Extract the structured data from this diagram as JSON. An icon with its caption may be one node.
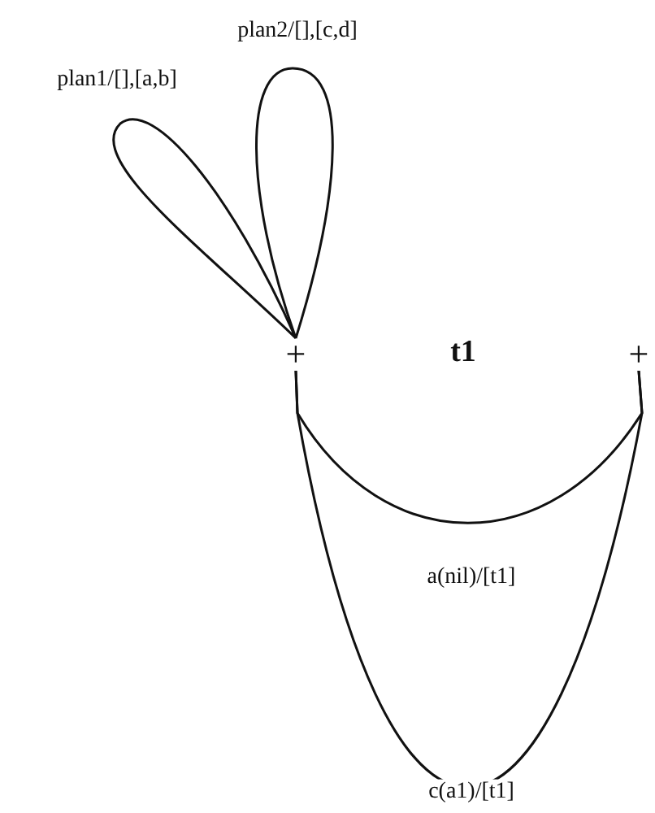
{
  "diagram": {
    "nodes": [
      {
        "text": [
          "+"
        ]
      },
      {
        "text": [
          "+"
        ]
      }
    ],
    "edges": [
      {
        "from": 0,
        "to": 0,
        "arrow": "none",
        "label": "plan1/[],[a,b]"
      },
      {
        "from": 0,
        "to": 0,
        "arrow": "none",
        "label": "plan2/[],[c,d]"
      },
      {
        "from": 0,
        "to": 1,
        "arrow": "none",
        "label": "a(nil)/[t1]"
      },
      {
        "from": 0,
        "to": 1,
        "arrow": "none",
        "label": "c(a1)/[t1]"
      }
    ],
    "labels": [
      "t1"
    ]
  }
}
